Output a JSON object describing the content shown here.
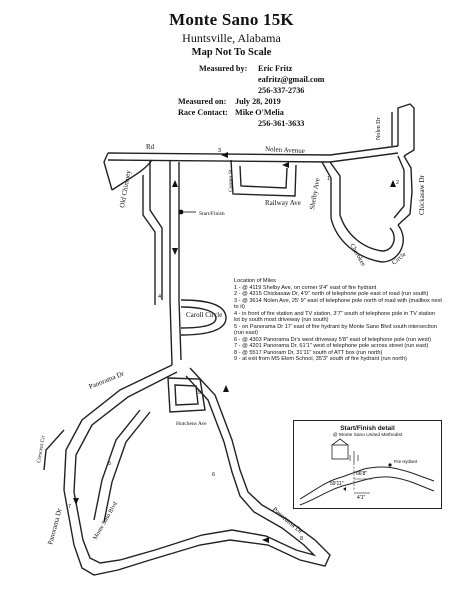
{
  "header": {
    "title": "Monte Sano 15K",
    "city": "Huntsville, Alabama",
    "scale_note": "Map Not To Scale",
    "measured_by_label": "Measured by:",
    "measured_by_name": "Eric Fritz",
    "measured_by_email": "eafritz@gmail.com",
    "measured_by_phone": "256-337-2736",
    "measured_on_label": "Measured on:",
    "measured_on_date": "July 28, 2019",
    "race_contact_label": "Race Contact:",
    "race_contact_name": "Mike O'Melia",
    "race_contact_phone": "256-361-3633"
  },
  "streets": {
    "nolen_ave": "Nolen Avenue",
    "rd": "Rd",
    "old_chimney": "Old Chimney",
    "cooper_st": "Cooper St",
    "railway_ave": "Railway Ave",
    "shelby_ave": "Shelby Ave",
    "nolen_dr": "Nolen Dr",
    "chickasaw_dr": "Chickasaw Dr",
    "cherokee": "Cherokee",
    "circle": "Circle",
    "start_finish": "Start/Finish",
    "caroll_circle": "Caroll Circle",
    "panorama_dr_north": "Panorama Dr",
    "hutchens_ave": "Hutchens Ave",
    "crescent_cir": "Crescent Cir",
    "panorama_dr_west": "Panorama Dr",
    "monte_sano_blvd": "Monte Sano Blvd",
    "panorama_dr_south": "Panorama Dr"
  },
  "mile_markers": [
    "1",
    "2",
    "3",
    "4",
    "5",
    "6",
    "7",
    "8",
    "9"
  ],
  "miles": {
    "heading": "Location of Miles",
    "items": [
      "1 - @ 4119 Shelby Ave, on corner 9'4\" east of fire hydrant",
      "2 - @ 4315 Chickasaw Dr, 4'9\" north of telephone pole east of road (run south)",
      "3 - @ 3614 Nolen Ave, 25' 9\" east of telephone pole north of road with (mailbox next to it)",
      "4 - in front of fire station and TV station, 3'7\" south of telephone pole in TV station lot by south most driveway (run south)",
      "5 - on Panorama Dr 17' east of fire hydrant by Monte Sano Blvd south intersection (run east)",
      "6 - @ 4303 Panorama Dr's west driveway 5'8\" east of telephone pole (run west)",
      "7 - @ 4201 Panorama Dr, 61'1\" west of telephone pole across street (run east)",
      "8 - @ 5517 Panoram Dr, 31'11\" south of ATT box (run north)",
      "9 - at exit from MS Elem School, 35'3\" south of fire hydrant (run north)"
    ]
  },
  "detail": {
    "title": "Start/Finish detail",
    "subtitle": "@ Monte Sano United Methodist",
    "fire_hydrant": "Fire Hydrant",
    "dim_a": "66'8\"",
    "dim_b": "59'11\"",
    "dim_c": "4'1\""
  }
}
